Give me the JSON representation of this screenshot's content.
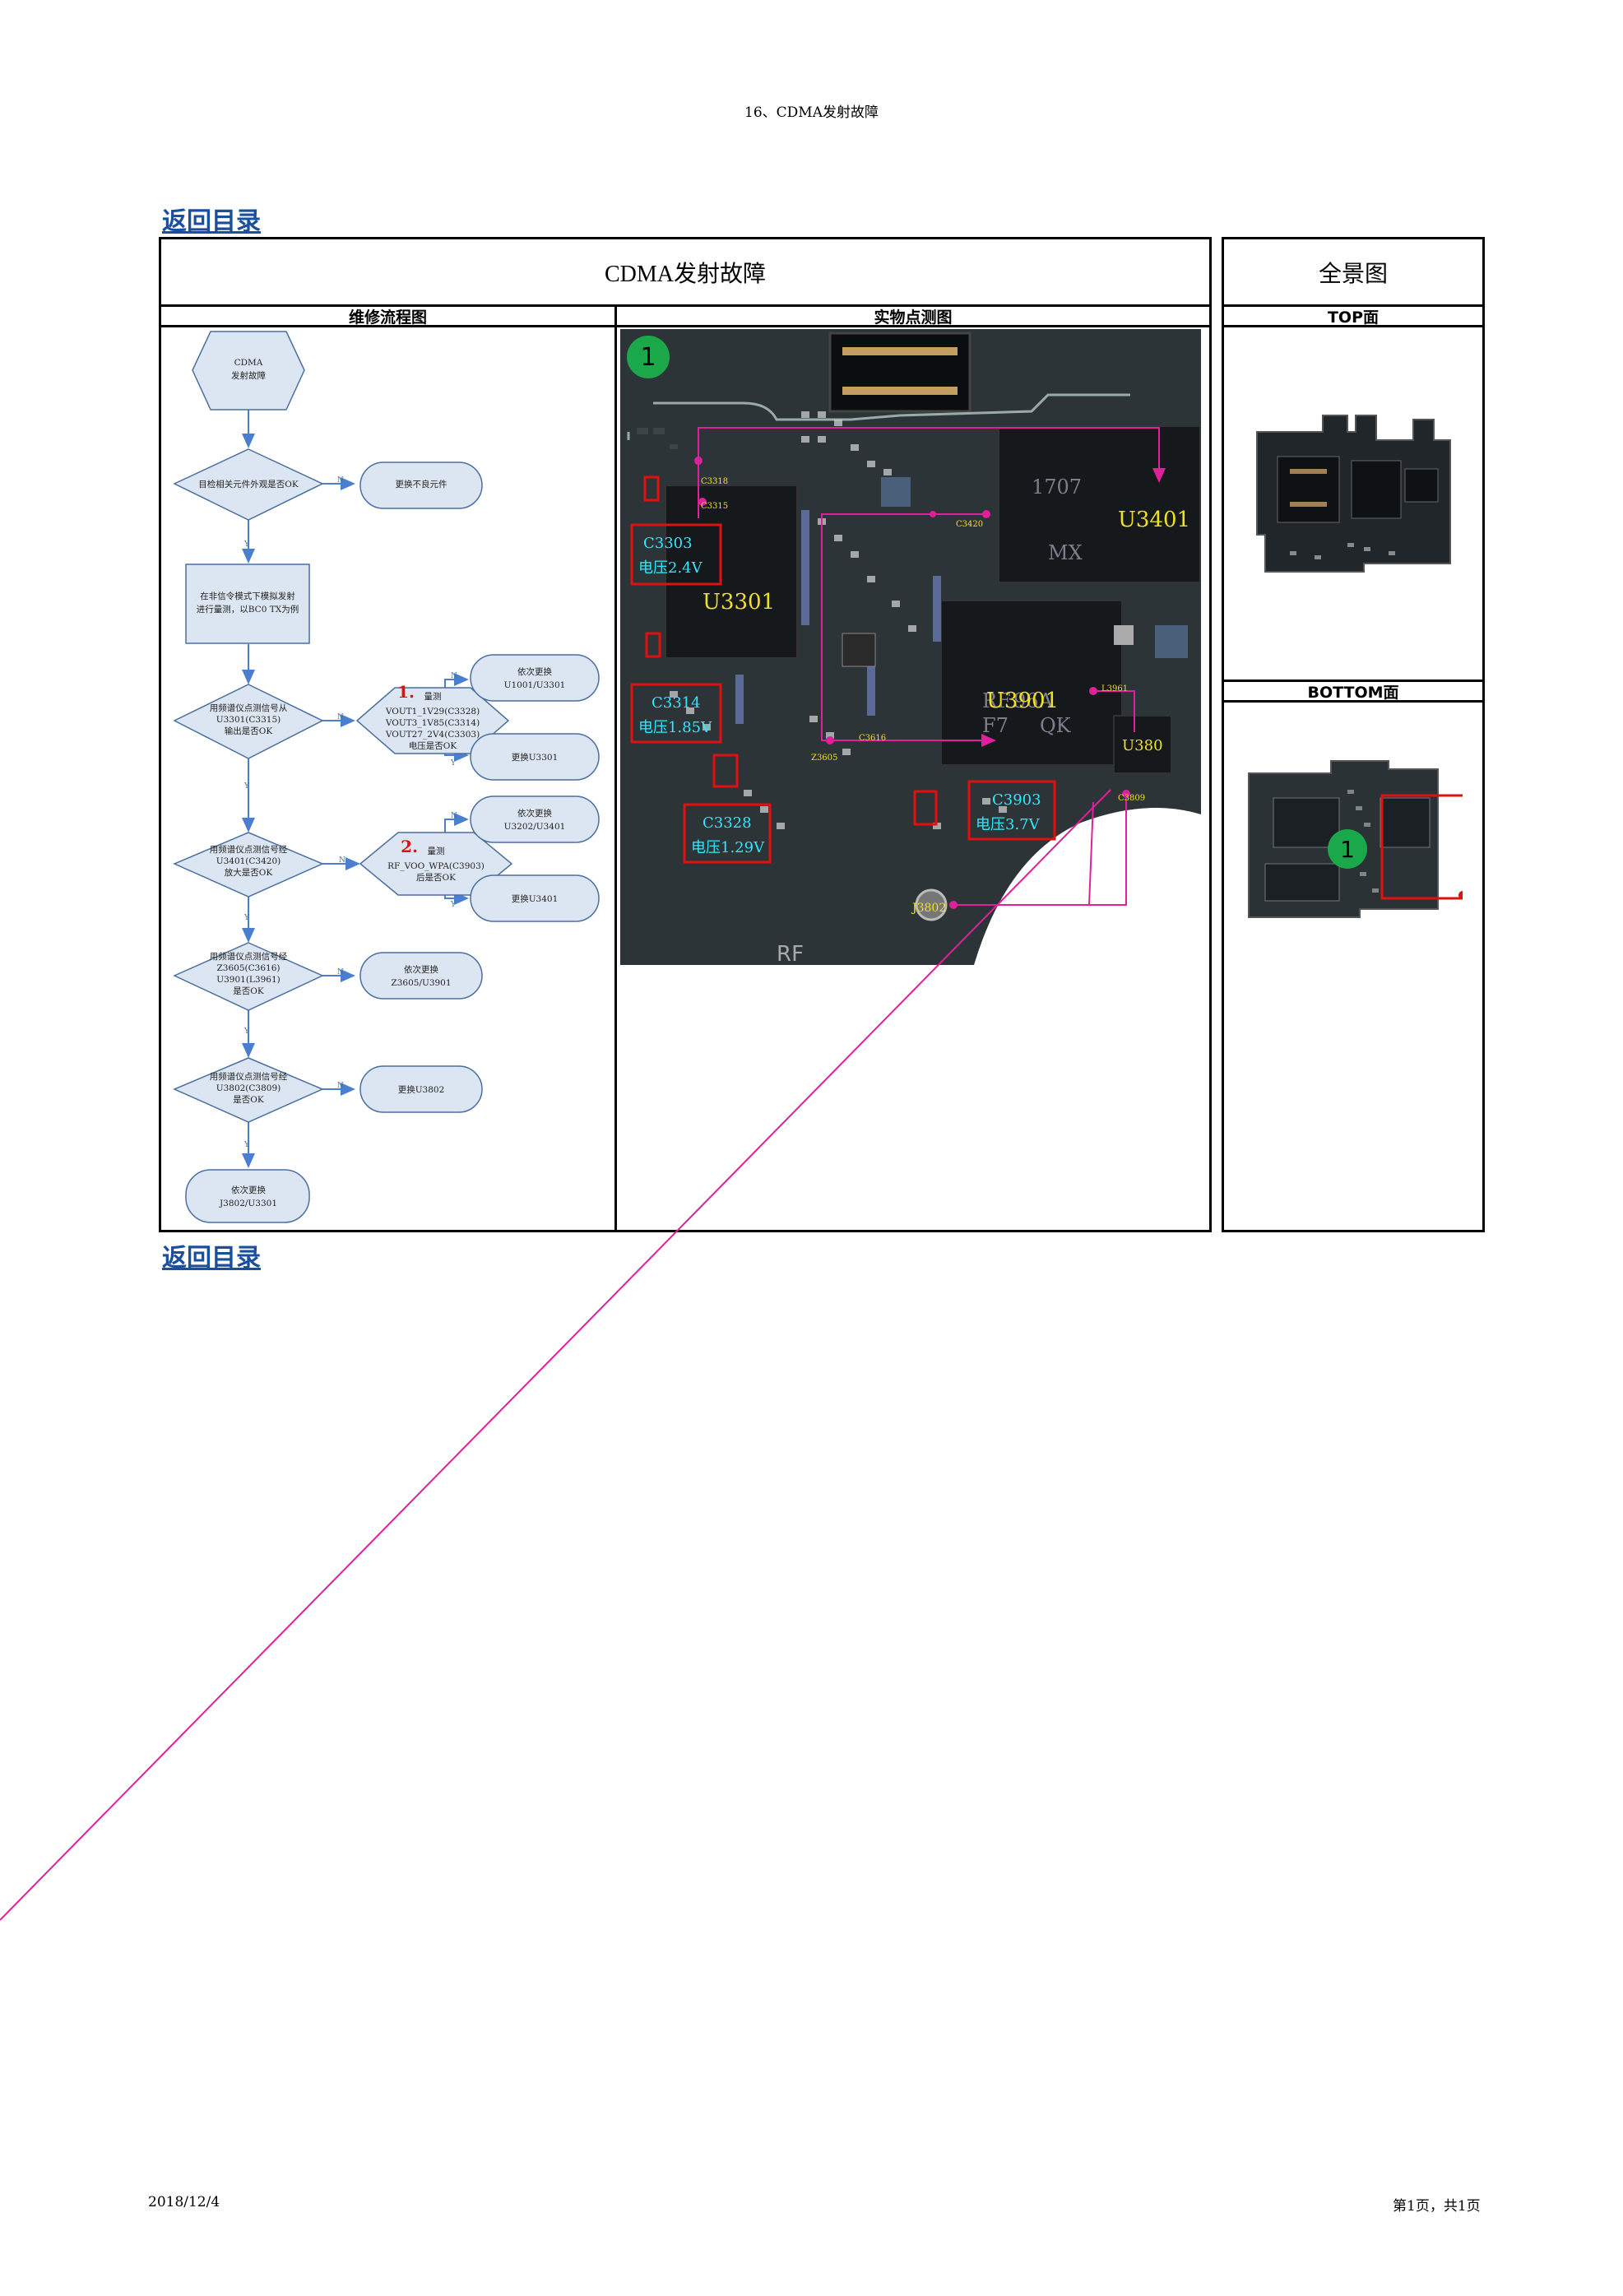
{
  "header": {
    "title": "16、CDMA发射故障"
  },
  "links": {
    "back_top": "返回目录",
    "back_bottom": "返回目录"
  },
  "main_table": {
    "title": "CDMA发射故障",
    "col_flow": "维修流程图",
    "col_photo": "实物点测图"
  },
  "overview_table": {
    "title": "全景图",
    "top_label": "TOP面",
    "bottom_label": "BOTTOM面"
  },
  "flowchart": {
    "start": [
      "CDMA",
      "发射故障"
    ],
    "q1": "目检相关元件外观是否OK",
    "a1": "更换不良元件",
    "step2": [
      "在非信令模式下模拟发射",
      "进行量测，以BC0 TX为例"
    ],
    "q3": [
      "用频谱仪点测信号从",
      "U3301(C3315)",
      "输出是否OK"
    ],
    "m1_num": "1.",
    "m1": [
      "量测",
      "VOUT1_1V29(C3328)",
      "VOUT3_1V85(C3314)",
      "VOUT27_2V4(C3303)",
      "电压是否OK"
    ],
    "r1a": [
      "依次更换",
      "U1001/U3301"
    ],
    "r1b": "更换U3301",
    "q4": [
      "用频谱仪点测信号经",
      "U3401(C3420)",
      "放大是否OK"
    ],
    "m2_num": "2.",
    "m2": [
      "量测",
      "RF_VOO_WPA(C3903)",
      "后是否OK"
    ],
    "r2a": [
      "依次更换",
      "U3202/U3401"
    ],
    "r2b": "更换U3401",
    "q5": [
      "用频谱仪点测信号经",
      "Z3605(C3616)",
      "U3901(L3961)",
      "是否OK"
    ],
    "r3": [
      "依次更换",
      "Z3605/U3901"
    ],
    "q6": [
      "用频谱仪点测信号经",
      "U3802(C3809)",
      "是否OK"
    ],
    "r4": "更换U3802",
    "end": [
      "依次更换",
      "J3802/U3301"
    ],
    "yes": "Y",
    "no": "N"
  },
  "pcb": {
    "badge": "1",
    "chips": [
      "U3401",
      "U3301",
      "U3901",
      "U380"
    ],
    "chip_markings": [
      "RF",
      "96A",
      "F7",
      "QK",
      "1707",
      "MX"
    ],
    "points": [
      "C3318",
      "C3315",
      "C3420",
      "C3616",
      "Z3605",
      "L3961",
      "C3809",
      "J3802"
    ],
    "boxes": [
      {
        "name": "C3303",
        "value": "电压2.4V"
      },
      {
        "name": "C3314",
        "value": "电压1.85V"
      },
      {
        "name": "C3328",
        "value": "电压1.29V"
      },
      {
        "name": "C3903",
        "value": "电压3.7V"
      }
    ],
    "silk": "RF"
  },
  "overview": {
    "badge": "1"
  },
  "footer": {
    "date": "2018/12/4",
    "page": "第1页，共1页"
  },
  "colors": {
    "link": "#1a4fa0",
    "flow_fill": "#dce6f2",
    "flow_stroke": "#4a6fa0",
    "arrow": "#4a7fd0",
    "magenta": "#e0209a",
    "red_box": "#e01010",
    "cyan_text": "#2ee8ff",
    "yellow_text": "#f0e020",
    "badge_green": "#1aa84a"
  }
}
